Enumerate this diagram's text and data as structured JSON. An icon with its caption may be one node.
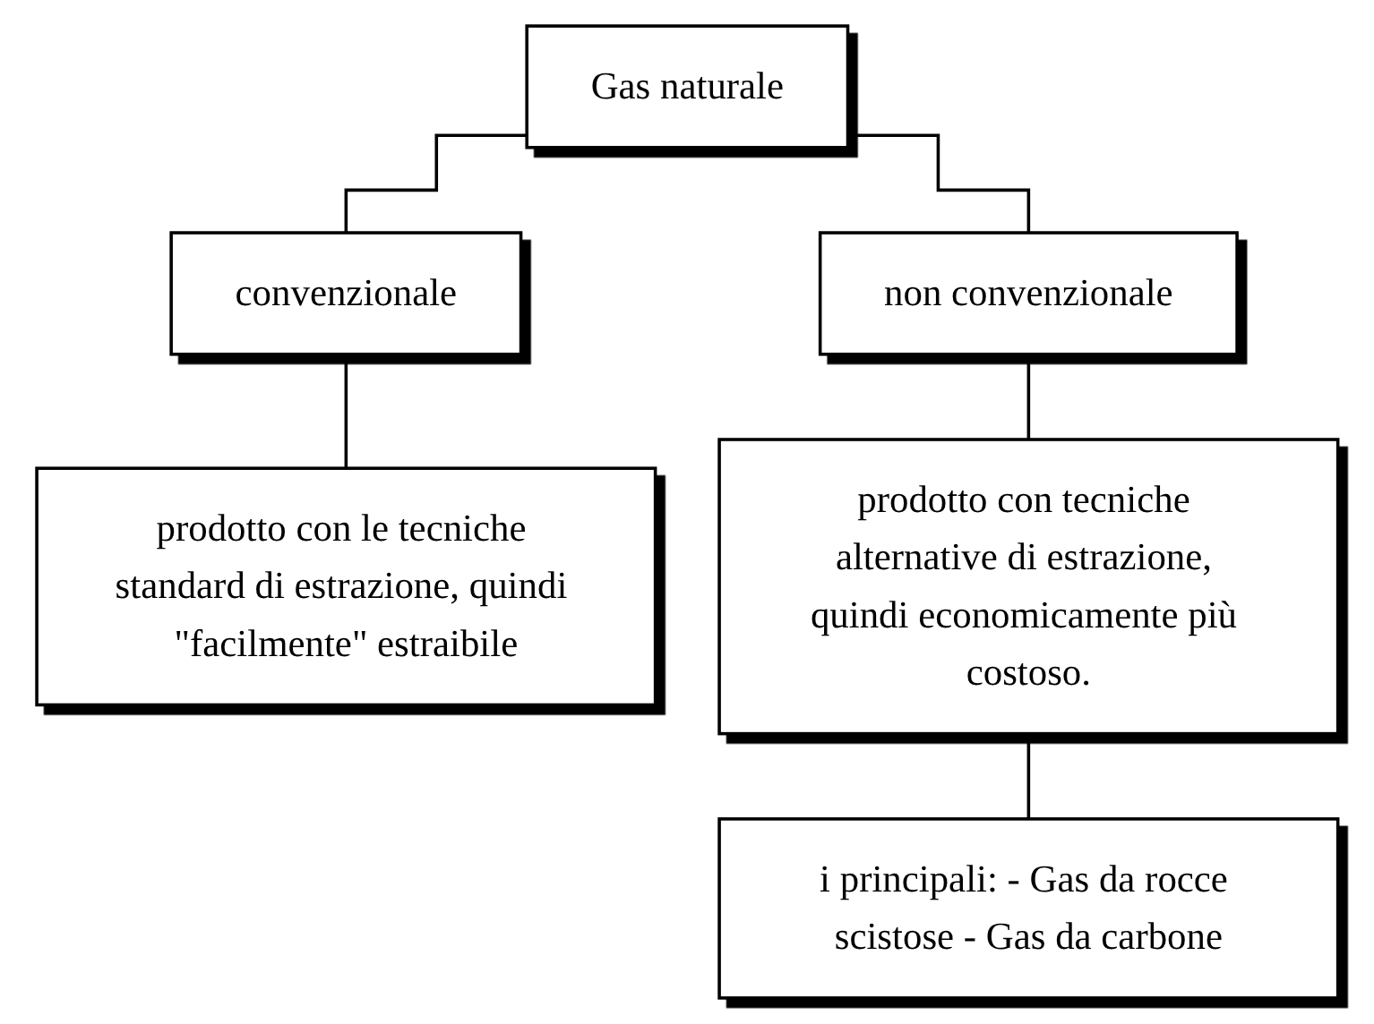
{
  "diagram": {
    "nodes": [
      {
        "text": [
          "Gas naturale"
        ]
      },
      {
        "text": [
          "convenzionale"
        ]
      },
      {
        "text": [
          "non convenzionale"
        ]
      },
      {
        "text": [
          "prodotto con le tecniche standard di estrazione, quindi \"facilmente\" estraibile"
        ]
      },
      {
        "text": [
          "prodotto con tecniche alternative di estrazione, quindi economicamente più costoso."
        ]
      },
      {
        "text": [
          "i principali: - Gas da rocce scistose - Gas da carbone"
        ]
      }
    ],
    "edges": [
      {
        "from": 0,
        "to": 1,
        "arrow": "none"
      },
      {
        "from": 0,
        "to": 2,
        "arrow": "none"
      },
      {
        "from": 1,
        "to": 3,
        "arrow": "none"
      },
      {
        "from": 2,
        "to": 4,
        "arrow": "none"
      },
      {
        "from": 4,
        "to": 5,
        "arrow": "none"
      }
    ]
  }
}
